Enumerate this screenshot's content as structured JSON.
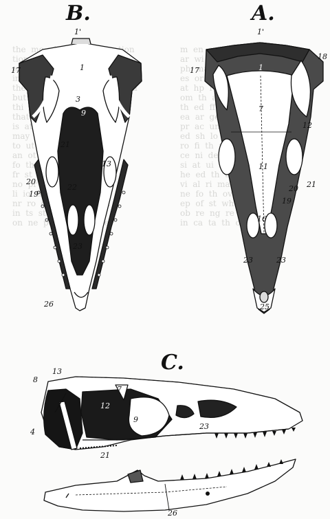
{
  "panels": {
    "B": {
      "title": "B.",
      "labels": [
        "1'",
        "17",
        "1",
        "3",
        "9",
        "21",
        "13",
        "20",
        "22",
        "19",
        "23",
        "26"
      ]
    },
    "A": {
      "title": "A.",
      "labels": [
        "1'",
        "17",
        "18",
        "1",
        "12",
        "7",
        "11",
        "21",
        "20",
        "19",
        "16",
        "23",
        "23",
        "25"
      ]
    },
    "C": {
      "title": "C.",
      "labels": [
        "8",
        "13",
        "7",
        "12",
        "9",
        "4",
        "21",
        "23"
      ]
    },
    "jaw": {
      "labels": [
        "26"
      ]
    }
  }
}
